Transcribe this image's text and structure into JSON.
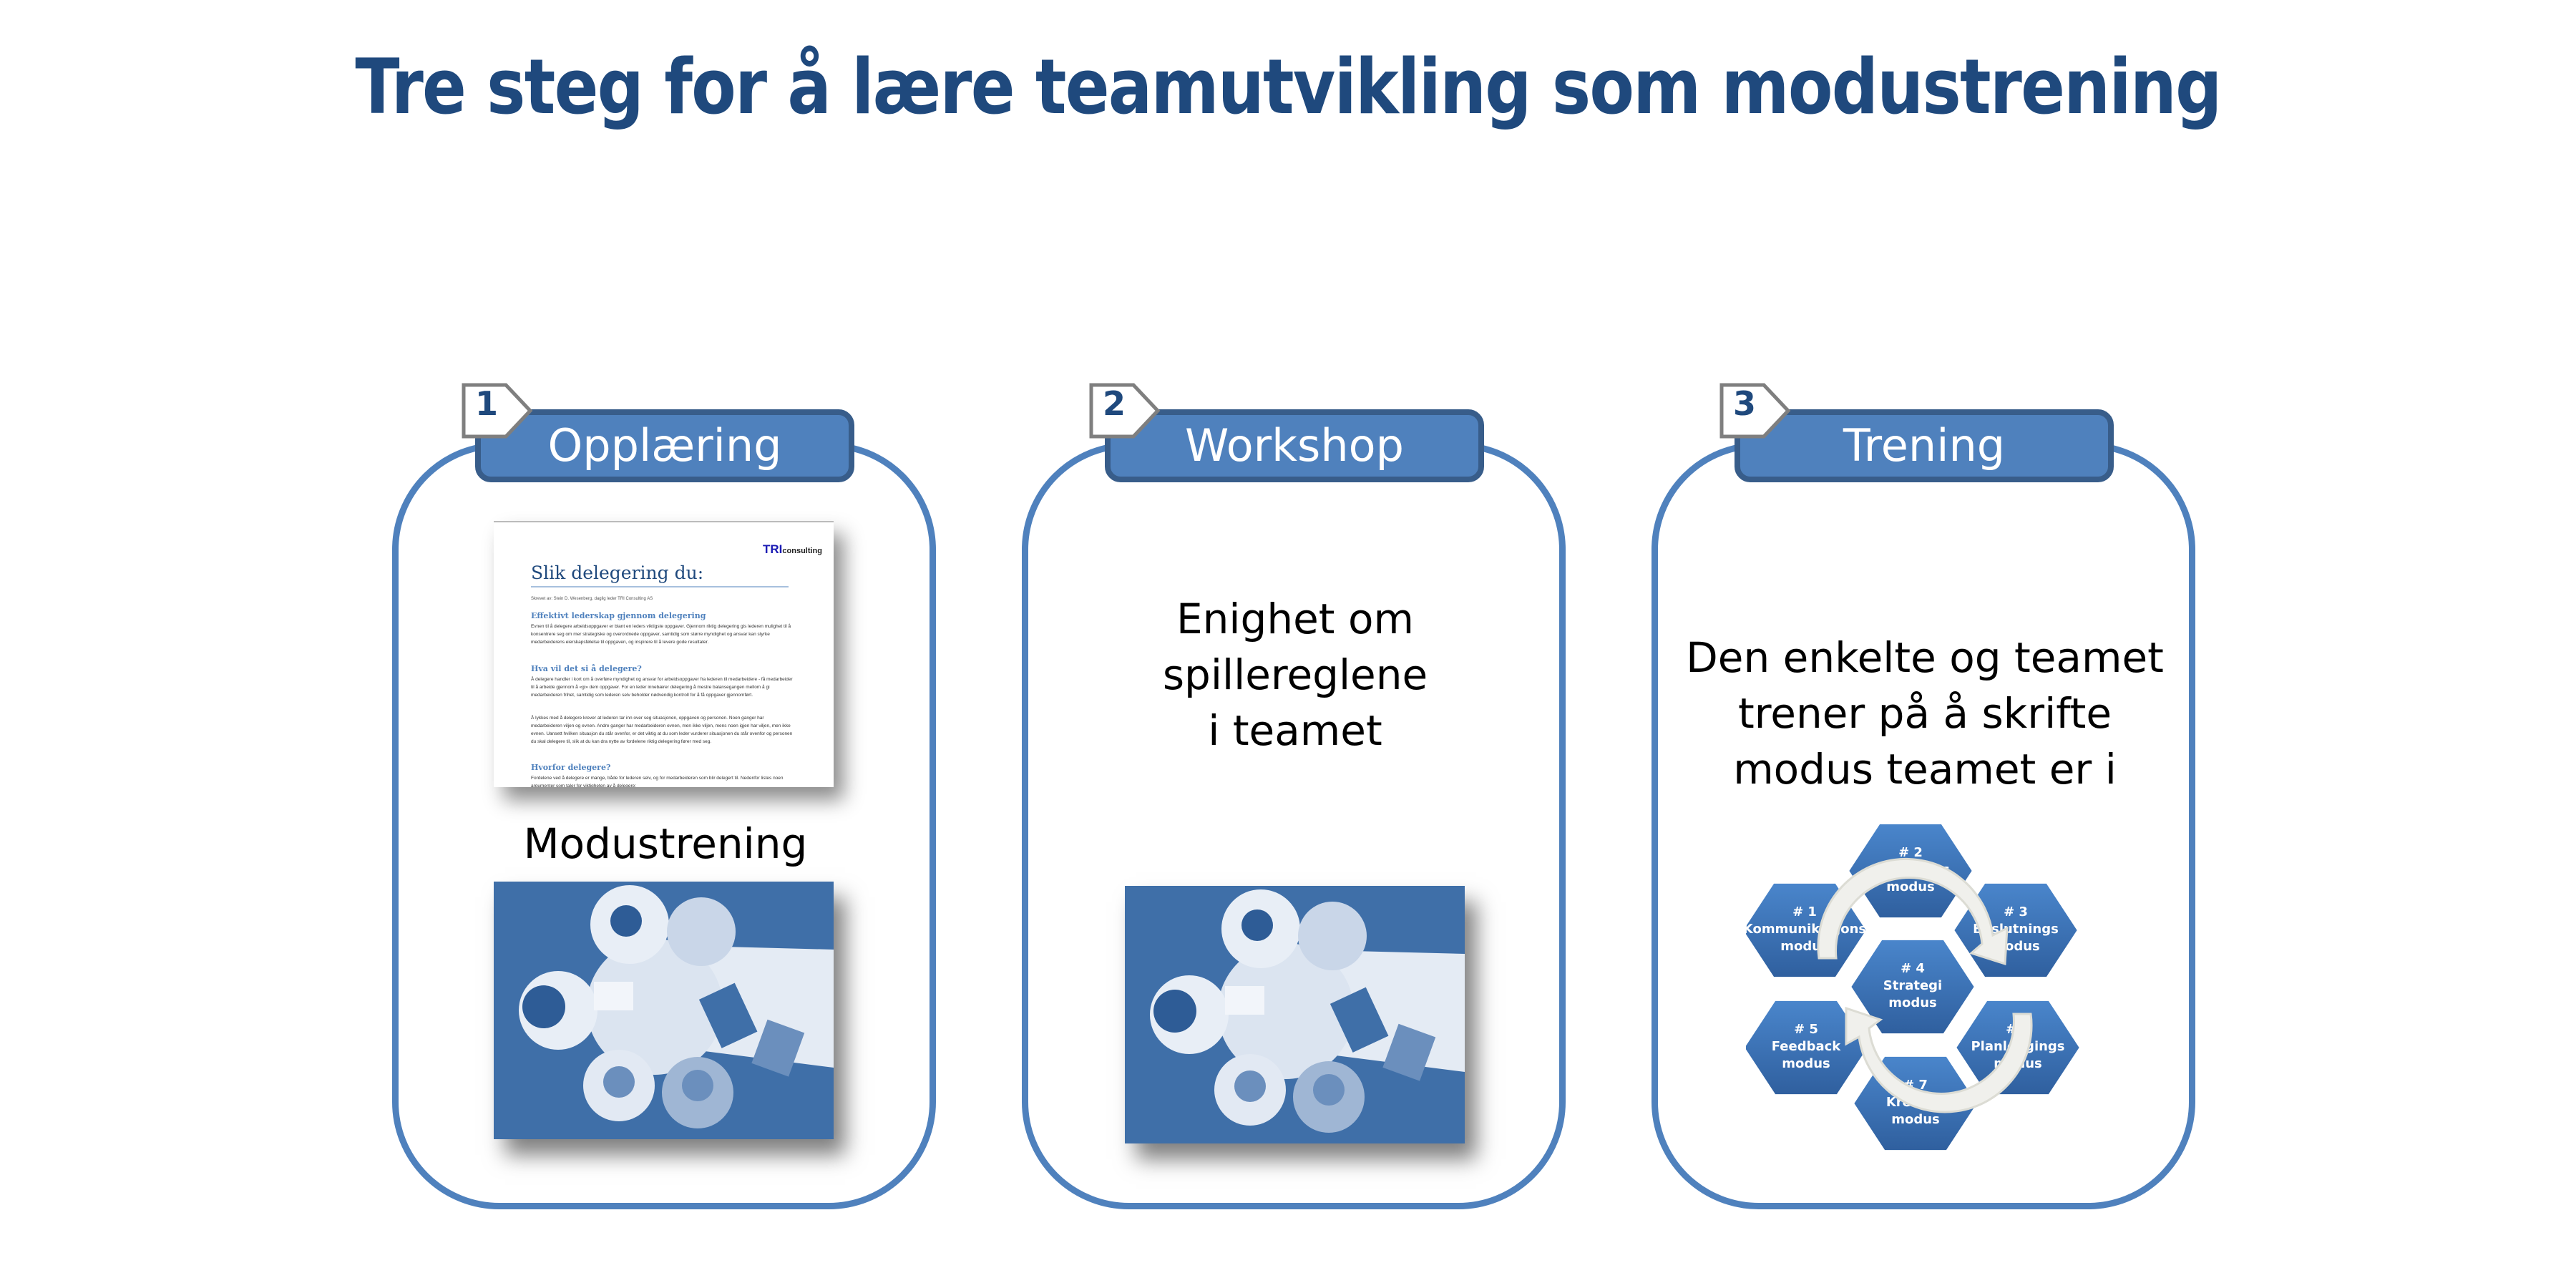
{
  "title": "Tre steg for å lære teamutvikling som modustrening",
  "steps": [
    {
      "number": "1",
      "header": "Opplæring",
      "caption": "Modustrening",
      "document": {
        "logo_main": "TRI",
        "logo_sub": "consulting",
        "title": "Slik delegering du:",
        "byline": "Skrevet av: Stein D. Wesenberg, daglig leder TRI Consulting AS",
        "sections": [
          {
            "heading": "Effektivt lederskap gjennom delegering",
            "text": "Evnen til å delegere arbeidsoppgaver er blant en leders viktigste oppgaver. Gjennom riktig delegering gis lederen mulighet til å konsentrere seg om mer strategiske og overordnede oppgaver, samtidig som større myndighet og ansvar kan styrke medarbeiderens eierskapsfølelse til oppgaven, og inspirere til å levere gode resultater."
          },
          {
            "heading": "Hva vil det si å delegere?",
            "text": "Å delegere handler i kort om å overføre myndighet og ansvar for arbeidsoppgaver fra lederen til medarbeidere - få medarbeider til å arbeide gjennom å «gi» dem oppgaver. For en leder innebærer delegering å mestre balansegangen mellom å gi medarbeideren frihet, samtidig som lederen selv beholder nødvendig kontroll for å få oppgaver gjennomført.",
            "text2": "Å lykkes med å delegere krever at lederen tar inn over seg situasjonen, oppgaven og personen. Noen ganger har medarbeideren viljen og evnen. Andre ganger har medarbeideren evnen, men ikke viljen, mens noen igjen har viljen, men ikke evnen. Uansett hvilken situasjon du står ovenfor, er det viktig at du som leder vurderer situasjonen du står ovenfor og personen du skal delegere til, slik at du kan dra nytte av fordelene riktig delegering fører med seg."
          },
          {
            "heading": "Hvorfor delegere?",
            "text": "Fordelene ved å delegere er mange, både for lederen selv, og for medarbeideren som blir delegert til. Nedenfor listes noen argumenter som taler for viktigheten av å delegere:"
          }
        ]
      }
    },
    {
      "number": "2",
      "header": "Workshop",
      "text_lines": [
        "Enighet om",
        "spillereglene",
        "i teamet"
      ]
    },
    {
      "number": "3",
      "header": "Trening",
      "text_lines": [
        "Den enkelte og teamet",
        "trener på å skrifte",
        "modus teamet er i"
      ],
      "modes": [
        {
          "id": "# 1",
          "name": "Kommunikasjons",
          "suffix": "modus"
        },
        {
          "id": "# 2",
          "name": "Diskusjons",
          "suffix": "modus"
        },
        {
          "id": "# 3",
          "name": "Beslutnings",
          "suffix": "modus"
        },
        {
          "id": "# 4",
          "name": "Strategi",
          "suffix": "modus"
        },
        {
          "id": "# 5",
          "name": "Feedback",
          "suffix": "modus"
        },
        {
          "id": "# 6",
          "name": "Planleggings",
          "suffix": "modus"
        },
        {
          "id": "# 7",
          "name": "Kreativt",
          "suffix": "modus"
        }
      ]
    }
  ],
  "colors": {
    "title": "#1f497d",
    "panel_border": "#4f81bd",
    "tab_fill": "#4f81bd",
    "tab_border": "#385d8a",
    "hex_top": "#4a86cc",
    "hex_bottom": "#2f5f9e",
    "arrow": "#eeeeea"
  }
}
